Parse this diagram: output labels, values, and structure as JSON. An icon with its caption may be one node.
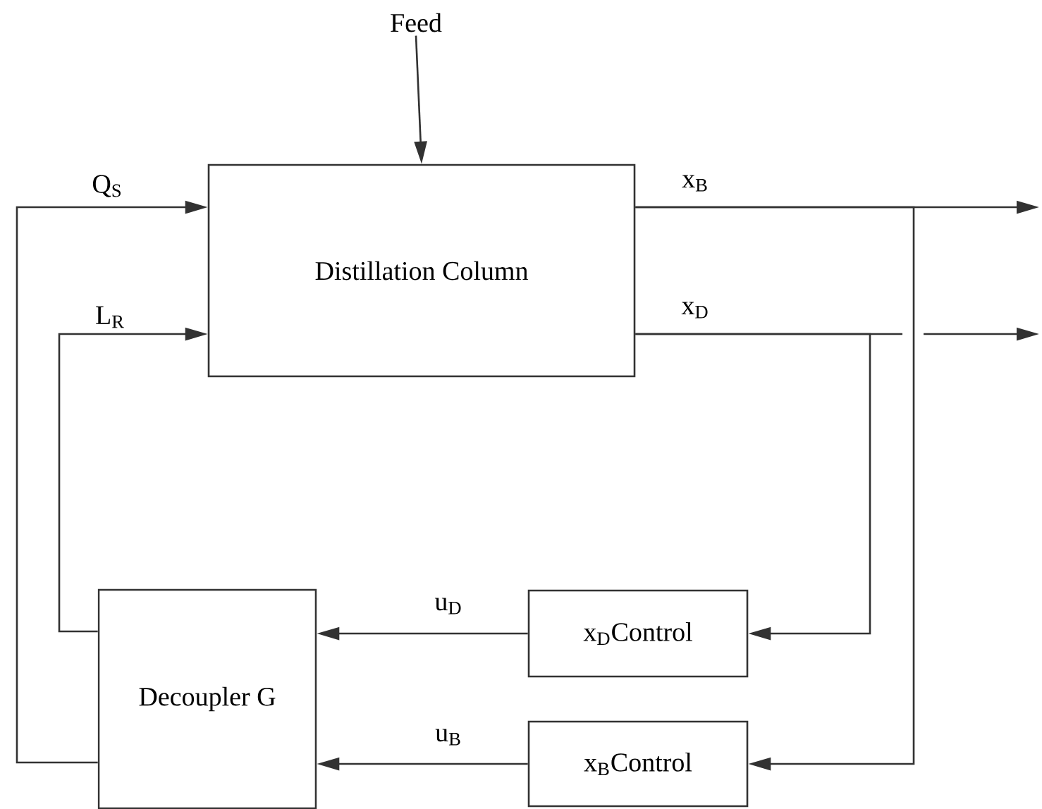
{
  "diagram": {
    "nodes": [
      {
        "text": [
          "Feed"
        ]
      },
      {
        "text": [
          "Distillation Column"
        ]
      },
      {
        "text": [
          "Decoupler G"
        ]
      },
      {
        "text": [
          "x$_{D}$Control"
        ]
      },
      {
        "text": [
          "x$_{B}$Control"
        ]
      }
    ],
    "edges": [
      {
        "from": 0,
        "to": 1,
        "arrow": "to"
      },
      {
        "from": 2,
        "to": 1,
        "arrow": "to",
        "label": "L$_{R}$"
      },
      {
        "from": 2,
        "to": 1,
        "arrow": "to",
        "label": "Q$_{S}$"
      },
      {
        "from": 1,
        "to": null,
        "arrow": "to",
        "label": "x$_{B}$"
      },
      {
        "from": 1,
        "to": null,
        "arrow": "to",
        "label": "x$_{D}$"
      },
      {
        "from": 1,
        "to": 4,
        "arrow": "to"
      },
      {
        "from": 1,
        "to": 3,
        "arrow": "to"
      },
      {
        "from": 3,
        "to": 2,
        "arrow": "to",
        "label": "u$_{D}$"
      },
      {
        "from": 4,
        "to": 2,
        "arrow": "to",
        "label": "u$_{B}$"
      }
    ]
  }
}
